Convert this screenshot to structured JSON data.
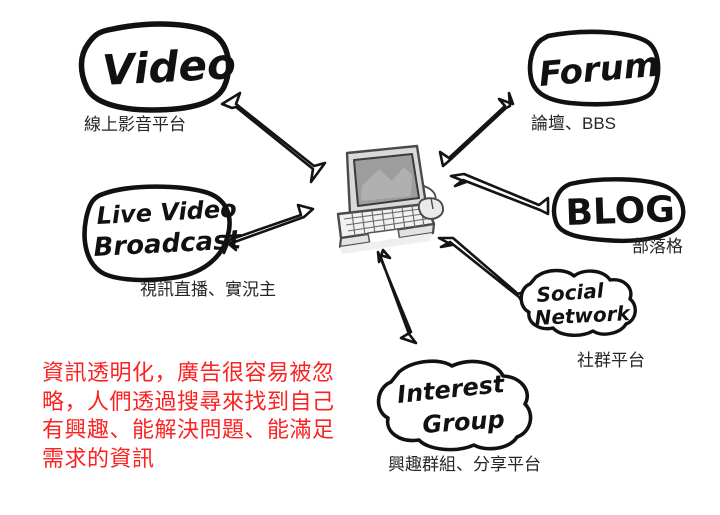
{
  "diagram": {
    "title": "Internet platforms around a laptop",
    "center": {
      "name": "laptop-with-mouse",
      "icon": "laptop-icon"
    },
    "note": {
      "color": "#fb2222",
      "lines": [
        "資訊透明化，廣告很容易被忽",
        "略，人們透過搜尋來找到自己",
        "有興趣、能解決問題、能滿足",
        "需求的資訊"
      ],
      "text": "資訊透明化，廣告很容易被忽略，人們透過搜尋來找到自己有興趣、能解決問題、能滿足需求的資訊"
    },
    "nodes": [
      {
        "id": "video",
        "bubble": "Video",
        "bubble_lines": [
          "Video"
        ],
        "label": "線上影音平台"
      },
      {
        "id": "forum",
        "bubble": "Forum",
        "bubble_lines": [
          "Forum"
        ],
        "label": "論壇、BBS"
      },
      {
        "id": "blog",
        "bubble": "BLOG",
        "bubble_lines": [
          "BLOG"
        ],
        "label": "部落格"
      },
      {
        "id": "social",
        "bubble": "Social Network",
        "bubble_lines": [
          "Social",
          "Network"
        ],
        "label": "社群平台"
      },
      {
        "id": "interest",
        "bubble": "Interest Group",
        "bubble_lines": [
          "Interest",
          "Group"
        ],
        "label": "興趣群組、分享平台"
      },
      {
        "id": "live",
        "bubble": "Live Video Broadcast",
        "bubble_lines": [
          "Live Video",
          "Broadcast"
        ],
        "label": "視訊直播、實況主"
      }
    ],
    "connectors": [
      {
        "from": "laptop",
        "to": "video",
        "style": "double-arrow"
      },
      {
        "from": "laptop",
        "to": "forum",
        "style": "double-arrow"
      },
      {
        "from": "laptop",
        "to": "blog",
        "style": "double-arrow"
      },
      {
        "from": "laptop",
        "to": "social",
        "style": "double-arrow"
      },
      {
        "from": "laptop",
        "to": "interest",
        "style": "double-arrow"
      },
      {
        "from": "laptop",
        "to": "live",
        "style": "double-arrow"
      }
    ],
    "colors": {
      "ink": "#111111",
      "label": "#262626",
      "note": "#fb2222",
      "screen": "#9d9d9d",
      "body": "#ffffff",
      "background": "#ffffff"
    }
  }
}
